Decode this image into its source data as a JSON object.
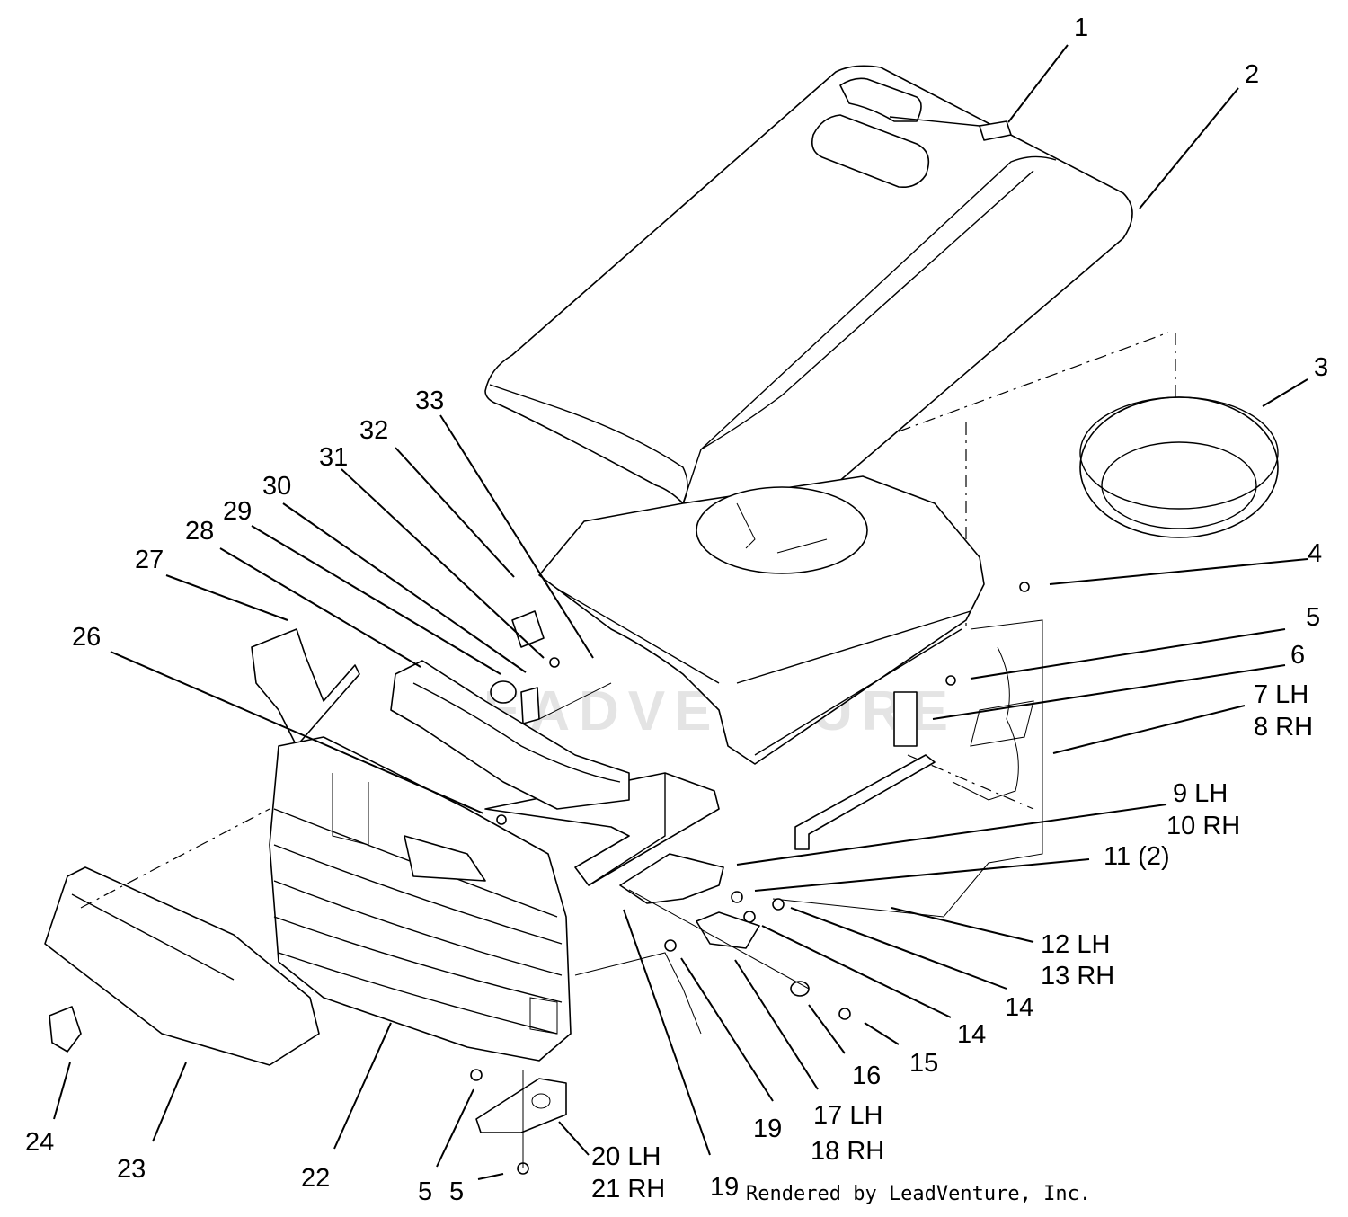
{
  "callouts": [
    {
      "text": "1"
    },
    {
      "text": "2"
    },
    {
      "text": "3"
    },
    {
      "text": "4"
    },
    {
      "text": "5"
    },
    {
      "text": "6"
    },
    {
      "text": "7 LH"
    },
    {
      "text": "8 RH"
    },
    {
      "text": "9 LH"
    },
    {
      "text": "10 RH"
    },
    {
      "text": "11 (2)"
    },
    {
      "text": "12 LH"
    },
    {
      "text": "13 RH"
    },
    {
      "text": "14"
    },
    {
      "text": "14"
    },
    {
      "text": "15"
    },
    {
      "text": "16"
    },
    {
      "text": "17 LH"
    },
    {
      "text": "18 RH"
    },
    {
      "text": "19"
    },
    {
      "text": "19"
    },
    {
      "text": "20 LH"
    },
    {
      "text": "21 RH"
    },
    {
      "text": "5"
    },
    {
      "text": "5"
    },
    {
      "text": "22"
    },
    {
      "text": "23"
    },
    {
      "text": "24"
    },
    {
      "text": "26"
    },
    {
      "text": "27"
    },
    {
      "text": "28"
    },
    {
      "text": "29"
    },
    {
      "text": "30"
    },
    {
      "text": "31"
    },
    {
      "text": "32"
    },
    {
      "text": "33"
    }
  ],
  "watermark": "LEADVENTURE",
  "credit": "Rendered by LeadVenture, Inc."
}
